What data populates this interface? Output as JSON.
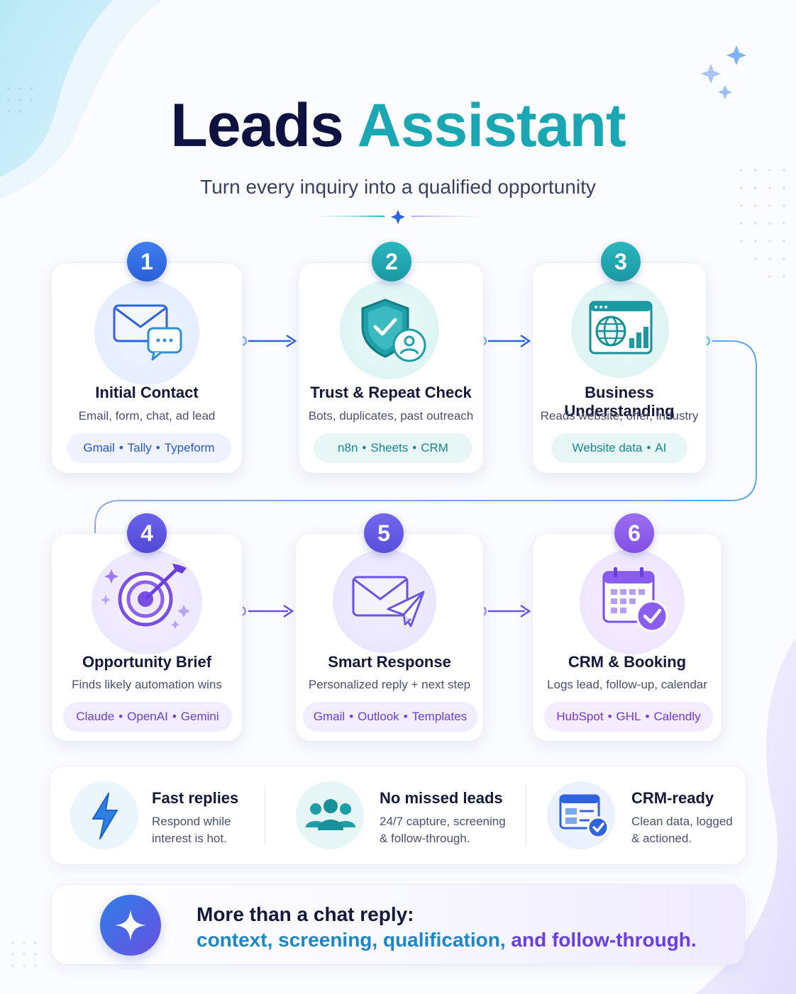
{
  "header": {
    "title_part1": "Leads",
    "title_part2": "Assistant",
    "subtitle": "Turn every inquiry into a qualified opportunity"
  },
  "steps": [
    {
      "number": "1",
      "title": "Initial Contact",
      "description": "Email, form, chat, ad lead",
      "tools": [
        "Gmail",
        "Tally",
        "Typeform"
      ],
      "icon": "envelope-chat-icon"
    },
    {
      "number": "2",
      "title": "Trust & Repeat Check",
      "description": "Bots, duplicates, past outreach",
      "tools": [
        "n8n",
        "Sheets",
        "CRM"
      ],
      "icon": "shield-user-icon"
    },
    {
      "number": "3",
      "title": "Business Understanding",
      "description": "Reads website, offer, industry",
      "tools": [
        "Website data",
        "AI"
      ],
      "icon": "browser-globe-icon"
    },
    {
      "number": "4",
      "title": "Opportunity Brief",
      "description": "Finds likely automation wins",
      "tools": [
        "Claude",
        "OpenAI",
        "Gemini"
      ],
      "icon": "target-arrow-icon"
    },
    {
      "number": "5",
      "title": "Smart Response",
      "description": "Personalized reply + next step",
      "tools": [
        "Gmail",
        "Outlook",
        "Templates"
      ],
      "icon": "envelope-send-icon"
    },
    {
      "number": "6",
      "title": "CRM & Booking",
      "description": "Logs lead, follow-up, calendar",
      "tools": [
        "HubSpot",
        "GHL",
        "Calendly"
      ],
      "icon": "calendar-check-icon"
    }
  ],
  "benefits": [
    {
      "title": "Fast replies",
      "line1": "Respond while",
      "line2": "interest is hot.",
      "icon": "lightning-icon"
    },
    {
      "title": "No missed leads",
      "line1": "24/7 capture, screening",
      "line2": "& follow-through.",
      "icon": "group-icon"
    },
    {
      "title": "CRM-ready",
      "line1": "Clean data, logged",
      "line2": "& actioned.",
      "icon": "crm-form-icon"
    }
  ],
  "footer": {
    "line1": "More than a chat reply:",
    "line2_a": "context, screening, qualification,",
    "line2_b": "and follow-through.",
    "icon": "sparkle-icon"
  },
  "colors": {
    "navy": "#0d1240",
    "teal": "#1aa6b3",
    "blue": "#2f63e0",
    "purple": "#7a4fe6"
  }
}
